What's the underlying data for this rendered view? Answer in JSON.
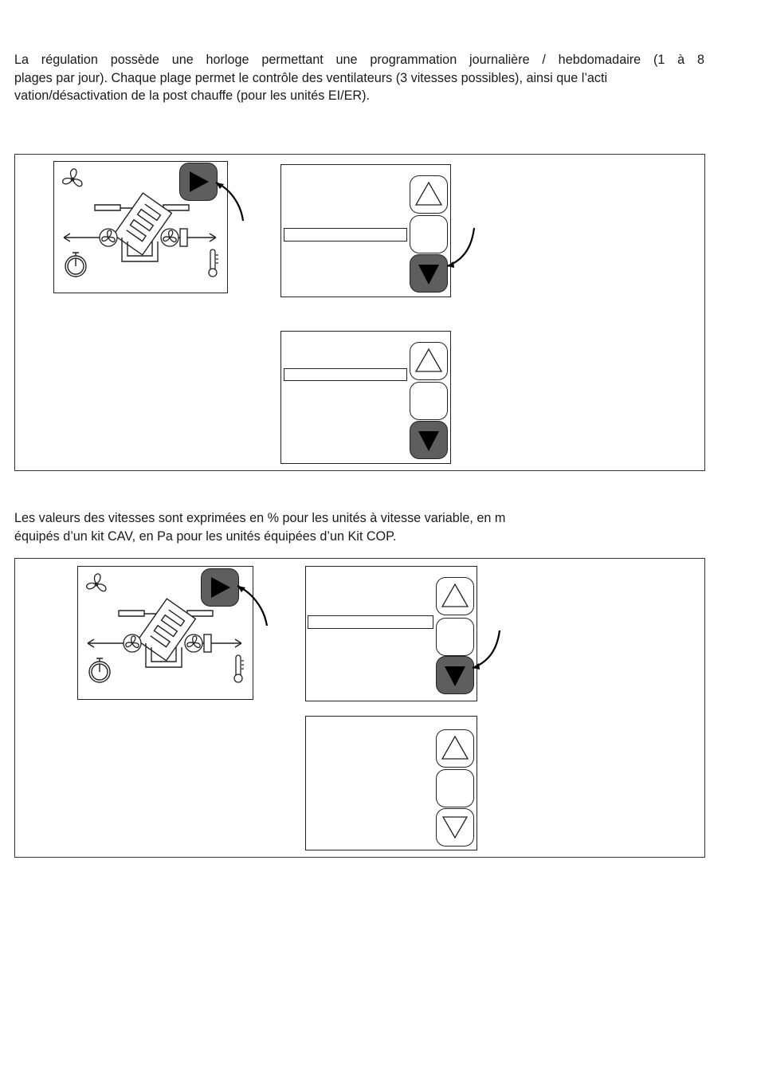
{
  "intro": {
    "line1": "La régulation possède une horloge permettant une programmation journalière / hebdomadaire (1 à 8",
    "line2": "plages par jour). Chaque plage permet le contrôle des ventilateurs (3 vitesses possibles), ainsi que l’acti",
    "line3": "vation/désactivation de la post chauffe (pour les unités EI/ER)."
  },
  "speeds_note": {
    "line1": "Les valeurs des vitesses sont exprimées en % pour les unités à vitesse variable, en m",
    "line2": "équipés d’un kit CAV, en Pa pour les unités équipées d’un Kit COP."
  },
  "icons": {
    "fan": "fan-icon",
    "clock": "clock-icon",
    "thermometer": "thermometer-icon",
    "play": "play-arrow-icon",
    "up": "up-arrow-icon",
    "down": "down-arrow-icon"
  },
  "colors": {
    "dark_key": "#5e5e5e",
    "line": "#222222"
  }
}
